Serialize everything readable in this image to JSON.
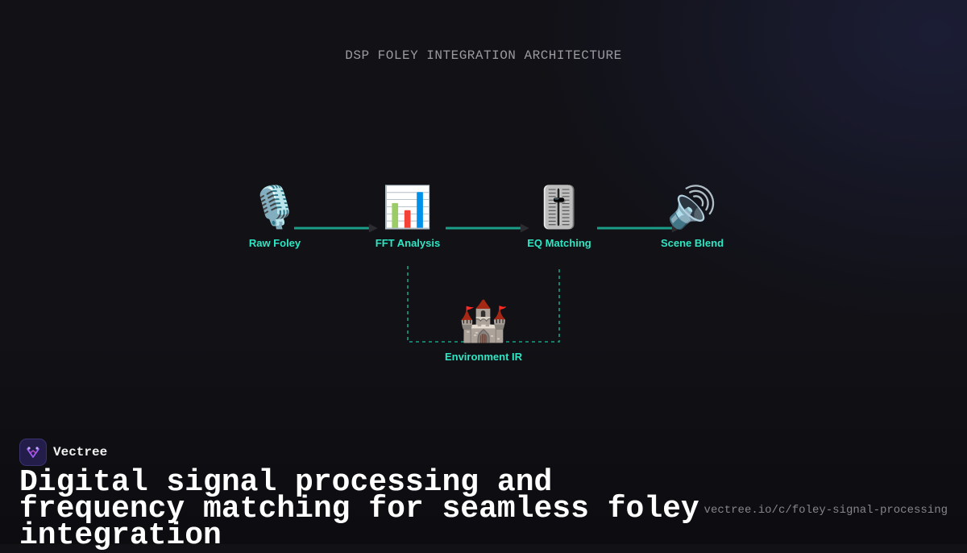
{
  "diagram": {
    "title": "DSP FOLEY INTEGRATION ARCHITECTURE",
    "nodes": [
      {
        "id": "raw-foley",
        "label": "Raw Foley",
        "icon": "🎙️",
        "icon_name": "microphone-icon"
      },
      {
        "id": "fft-analysis",
        "label": "FFT Analysis",
        "icon": "📊",
        "icon_name": "bar-chart-icon"
      },
      {
        "id": "eq-matching",
        "label": "EQ Matching",
        "icon": "🎚️",
        "icon_name": "level-slider-icon"
      },
      {
        "id": "scene-blend",
        "label": "Scene Blend",
        "icon": "🔊",
        "icon_name": "speaker-icon"
      },
      {
        "id": "environment-ir",
        "label": "Environment IR",
        "icon": "🏰",
        "icon_name": "castle-icon"
      }
    ],
    "edges": [
      {
        "from": "raw-foley",
        "to": "fft-analysis",
        "style": "solid"
      },
      {
        "from": "fft-analysis",
        "to": "eq-matching",
        "style": "solid"
      },
      {
        "from": "eq-matching",
        "to": "scene-blend",
        "style": "solid"
      },
      {
        "from": "fft-analysis",
        "to": "eq-matching",
        "via": "environment-ir",
        "style": "dashed"
      }
    ]
  },
  "brand": {
    "name": "Vectree"
  },
  "headline": "Digital signal processing and frequency matching for seamless foley integration",
  "url": "vectree.io/c/foley-signal-processing",
  "colors": {
    "accent": "#2ee6c3",
    "edge": "#1b9e88",
    "arrowhead": "#2b2b30",
    "background": "#111116",
    "title": "#9a9a9f"
  }
}
